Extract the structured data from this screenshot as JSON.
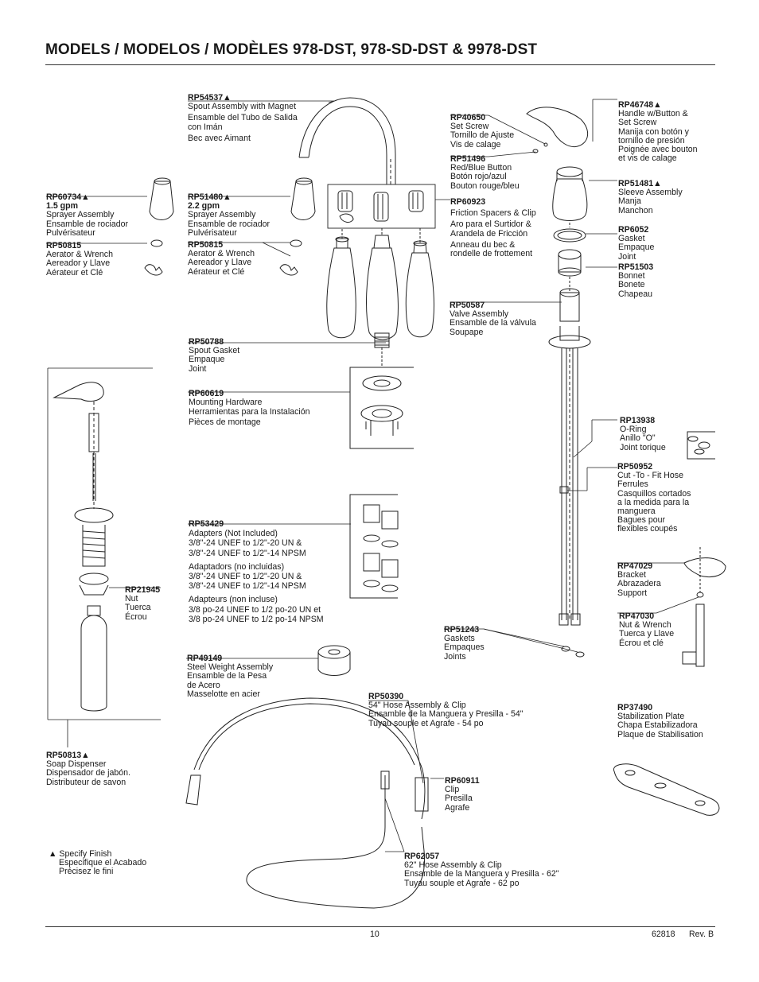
{
  "title": "MODELS / MODELOS / MODÈLES 978-DST, 978-SD-DST & 9978-DST",
  "parts": {
    "rp54537": {
      "pn": "RP54537▲",
      "lines": [
        "Spout Assembly with Magnet",
        "Ensamble del Tubo de Salida",
        "con Imán",
        "Bec avec Aimant"
      ]
    },
    "rp40650": {
      "pn": "RP40650",
      "lines": [
        "Set Screw",
        "Tornillo de Ajuste",
        "Vis de calage"
      ]
    },
    "rp46748": {
      "pn": "RP46748▲",
      "lines": [
        "Handle w/Button &",
        "Set Screw",
        "Manija con botón y",
        "tornillo de presión",
        "Poignée avec bouton",
        "et vis de calage"
      ]
    },
    "rp51496": {
      "pn": "RP51496",
      "lines": [
        "Red/Blue Button",
        "Botón rojo/azul",
        "Bouton rouge/bleu"
      ]
    },
    "rp60734": {
      "pn": "RP60734▲",
      "lines": [
        "1.5 gpm",
        "Sprayer Assembly",
        "Ensamble de rociador",
        "Pulvérisateur"
      ]
    },
    "rp51480": {
      "pn": "RP51480▲",
      "lines": [
        "2.2 gpm",
        "Sprayer Assembly",
        "Ensamble de rociador",
        "Pulvérisateur"
      ]
    },
    "rp60923": {
      "pn": "RP60923",
      "lines": [
        "Friction Spacers & Clip",
        "Aro para el Surtidor &",
        "Arandela de Fricción",
        "Anneau du bec &",
        "rondelle de frottement"
      ]
    },
    "rp51481": {
      "pn": "RP51481▲",
      "lines": [
        "Sleeve Assembly",
        "Manja",
        "Manchon"
      ]
    },
    "rp50815a": {
      "pn": "RP50815",
      "lines": [
        "Aerator & Wrench",
        "Aereador y Llave",
        "Aérateur et Clé"
      ]
    },
    "rp50815b": {
      "pn": "RP50815",
      "lines": [
        "Aerator & Wrench",
        "Aereador y Llave",
        "Aérateur et Clé"
      ]
    },
    "rp6052": {
      "pn": "RP6052",
      "lines": [
        "Gasket",
        "Empaque",
        "Joint"
      ]
    },
    "rp51503": {
      "pn": "RP51503",
      "lines": [
        "Bonnet",
        "Bonete",
        "Chapeau"
      ]
    },
    "rp50587": {
      "pn": "RP50587",
      "lines": [
        "Valve Assembly",
        "Ensamble de la válvula",
        "Soupape"
      ]
    },
    "rp50788": {
      "pn": "RP50788",
      "lines": [
        "Spout Gasket",
        "Empaque",
        "Joint"
      ]
    },
    "rp60619": {
      "pn": "RP60619",
      "lines": [
        "Mounting Hardware",
        "Herramientas para la Instalación",
        "Pièces de montage"
      ]
    },
    "rp13938": {
      "pn": "RP13938",
      "lines": [
        "O-Ring",
        "Anillo \"O\"",
        "Joint torique"
      ]
    },
    "rp50952": {
      "pn": "RP50952",
      "lines": [
        "Cut -To - Fit Hose",
        "Ferrules",
        "Casquillos cortados",
        "a la medida para la",
        "manguera",
        "Bagues pour",
        "flexibles coupés"
      ]
    },
    "rp53429": {
      "pn": "RP53429",
      "lines": [
        "Adapters (Not Included)",
        "3/8\"-24 UNEF to 1/2\"-20 UN &",
        "3/8\"-24 UNEF to 1/2\"-14 NPSM",
        "",
        "Adaptadors (no incluidas)",
        "3/8\"-24 UNEF to 1/2\"-20 UN &",
        "3/8\"-24 UNEF to 1/2\"-14 NPSM",
        "",
        "Adapteurs (non incluse)",
        "3/8 po-24 UNEF to 1/2 po-20 UN et",
        "3/8 po-24 UNEF to 1/2 po-14 NPSM"
      ]
    },
    "rp21945": {
      "pn": "RP21945",
      "lines": [
        "Nut",
        "Tuerca",
        "Écrou"
      ]
    },
    "rp47029": {
      "pn": "RP47029",
      "lines": [
        "Bracket",
        "Abrazadera",
        "Support"
      ]
    },
    "rp47030": {
      "pn": "RP47030",
      "lines": [
        "Nut & Wrench",
        "Tuerca y Llave",
        "Écrou et clé"
      ]
    },
    "rp51243": {
      "pn": "RP51243",
      "lines": [
        "Gaskets",
        "Empaques",
        "Joints"
      ]
    },
    "rp49149": {
      "pn": "RP49149",
      "lines": [
        "Steel Weight Assembly",
        "Ensamble de la Pesa",
        "de Acero",
        "Masselotte en acier"
      ]
    },
    "rp50390": {
      "pn": "RP50390",
      "lines": [
        "54\" Hose Assembly & Clip",
        "Ensamble de la Manguera y Presilla - 54\"",
        "Tuyau souple et Agrafe - 54 po"
      ]
    },
    "rp37490": {
      "pn": "RP37490",
      "lines": [
        "Stabilization Plate",
        "Chapa Estabilizadora",
        "Plaque de Stabilisation"
      ]
    },
    "rp50813": {
      "pn": "RP50813▲",
      "lines": [
        "Soap Dispenser",
        "Dispensador de jabón.",
        "Distributeur de savon"
      ]
    },
    "rp60911": {
      "pn": "RP60911",
      "lines": [
        "Clip",
        "Presilla",
        "Agrafe"
      ]
    },
    "rp62057": {
      "pn": "RP62057",
      "lines": [
        "62\" Hose Assembly & Clip",
        "Ensamble de la Manguera y Presilla - 62\"",
        "Tuyau souple et Agrafe - 62 po"
      ]
    }
  },
  "legend": {
    "lines": [
      "▲ Specify Finish",
      "Especifique el Acabado",
      "Précisez le fini"
    ]
  },
  "footer": {
    "page": "10",
    "doc_id": "62818",
    "rev": "Rev. B"
  }
}
